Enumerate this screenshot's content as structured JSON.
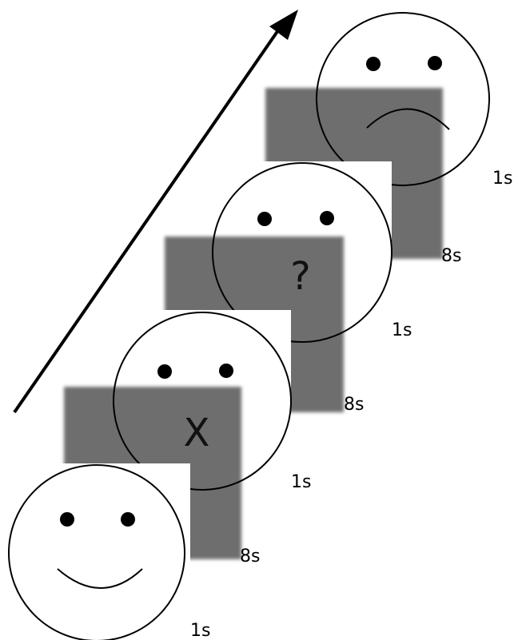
{
  "colors": {
    "background": "#ffffff",
    "square": "#6e6e6e",
    "stroke": "#000000",
    "symbol": "#111111"
  },
  "trial": {
    "frames": [
      {
        "face": "happy",
        "duration": "1s"
      },
      {
        "square_duration": "8s"
      },
      {
        "face": "neutral",
        "symbol": "X",
        "duration": "1s"
      },
      {
        "square_duration": "8s"
      },
      {
        "face": "neutral",
        "symbol": "?",
        "duration": "1s"
      },
      {
        "square_duration": "8s"
      },
      {
        "face": "sad",
        "duration": "1s"
      }
    ]
  },
  "arrow": {
    "icon": "arrow-up-right-icon"
  }
}
